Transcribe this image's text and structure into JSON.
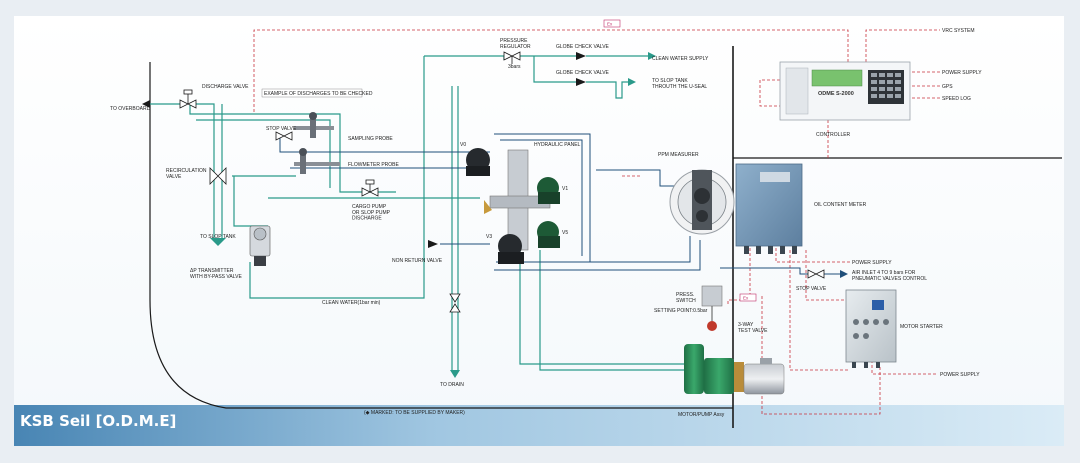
{
  "watermark": "KSB Seil [O.D.M.E]",
  "footer_note": "(◆ MARKED: TO BE SUPPLIED BY MAKER)",
  "labels": {
    "to_overboard": "TO OVERBOARD",
    "discharge_valve": "DISCHARGE VALVE",
    "recirculation_valve": "RECIRCULATION\nVALVE",
    "to_slop_tank": "TO SLOP TANK",
    "example_discharges": "EXAMPLE OF DISCHARGES TO BE CHECKED",
    "stop_valve_top": "STOP VALVE",
    "sampling_probe": "SAMPLING PROBE",
    "flowmeter_probe": "FLOWMETER PROBE",
    "cargo_pump": "CARGO PUMP\nOR SLOP PUMP\nDISCHARGE",
    "dp_transmitter": "ΔP TRANSMITTER\nWITH BY-PASS VALVE",
    "clean_water_line": "CLEAN WATER(1bar min)",
    "to_drain": "TO DRAIN",
    "pressure_regulator": "PRESSURE\nREGULATOR",
    "pressure_bars": "3bars",
    "globe_check_valve_1": "GLOBE CHECK VALVE",
    "globe_check_valve_2": "GLOBE CHECK VALVE",
    "clean_water_supply": "CLEAN WATER SUPPLY",
    "to_slop_tank_useal": "TO SLOP TANK\nTHROUTH THE U-SEAL",
    "hydraulic_panel": "HYDRAULIC PANEL",
    "v0": "V0",
    "v1": "V1",
    "v3": "V3",
    "v5": "V5",
    "non_return_valve": "NON RETURN VALVE",
    "ppm_measurer": "PPM MEASURER",
    "press_switch": "PRESS.\nSWITCH",
    "setting_point": "SETTING POINT:0.5bar",
    "three_way_valve": "3-WAY\nTEST VALVE",
    "motor_pump": "MOTOR/PUMP Assy",
    "vrc_system": "VRC SYSTEM",
    "power_supply_top": "POWER SUPPLY",
    "gps": "GPS",
    "speed_log": "SPEED LOG",
    "controller": "CONTROLLER",
    "odme_model": "ODME S-2000",
    "oil_content_meter": "OIL CONTENT METER",
    "power_supply_mid": "POWER SUPPLY",
    "air_inlet": "AIR INLET 4 TO 9 bars FOR\nPNEUMATIC VALVES CONTROL",
    "stop_valve_right": "STOP VALVE",
    "motor_starter": "MOTOR STARTER",
    "power_supply_bottom": "POWER SUPPLY",
    "ex_mark_top": "Ex",
    "ex_mark_mid": "Ex"
  },
  "colors": {
    "background": "#e9eef3",
    "sheet": "#ffffff",
    "water_line": "#2a9a8a",
    "sample_line": "#1f4f7a",
    "signal_line": "#c8323c",
    "hull_line": "#1a1a1a",
    "cabinet": "#6f8fb0",
    "pump_green": "#2d8f5a",
    "ex_mark": "#c0306a"
  }
}
